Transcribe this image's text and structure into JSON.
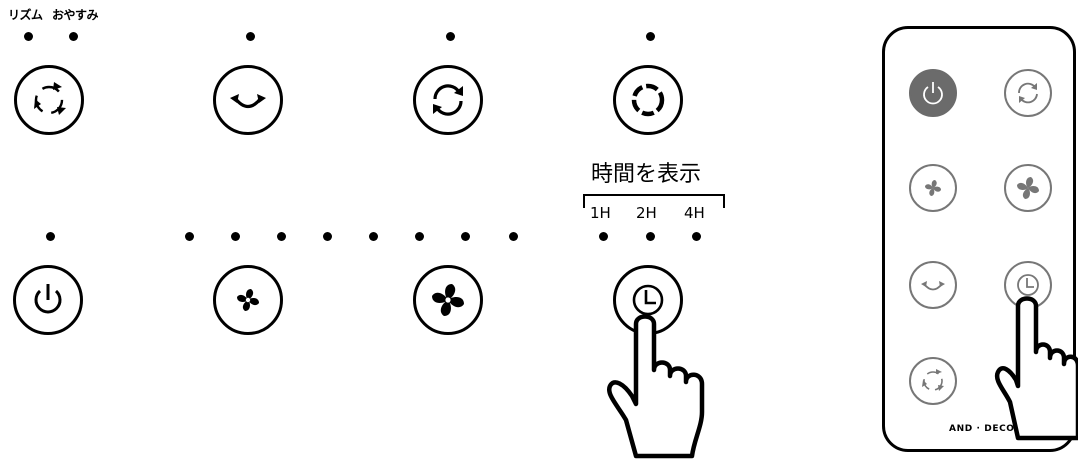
{
  "panel": {
    "top_labels": {
      "rhythm": "リズム",
      "sleep": "おやすみ"
    },
    "timer_title": "時間を表示",
    "timer_options": [
      "1H",
      "2H",
      "4H"
    ],
    "buttons": [
      {
        "icon": "rotate-cycle-icon"
      },
      {
        "icon": "horizontal-swing-icon"
      },
      {
        "icon": "swing-cycle-icon"
      },
      {
        "icon": "dashed-circle-icon"
      },
      {
        "icon": "power-icon"
      },
      {
        "icon": "fan-small-icon"
      },
      {
        "icon": "fan-large-icon"
      },
      {
        "icon": "clock-icon"
      }
    ]
  },
  "remote": {
    "brand": "AND · DECO",
    "buttons": [
      {
        "icon": "power-icon",
        "active": true
      },
      {
        "icon": "swing-cycle-icon"
      },
      {
        "icon": "fan-small-icon"
      },
      {
        "icon": "fan-large-icon"
      },
      {
        "icon": "horizontal-swing-icon"
      },
      {
        "icon": "clock-icon"
      },
      {
        "icon": "rotate-cycle-icon"
      }
    ]
  },
  "colors": {
    "ink": "#000000",
    "remote_button_border": "#777777",
    "remote_power_fill": "#6b6b6b"
  }
}
